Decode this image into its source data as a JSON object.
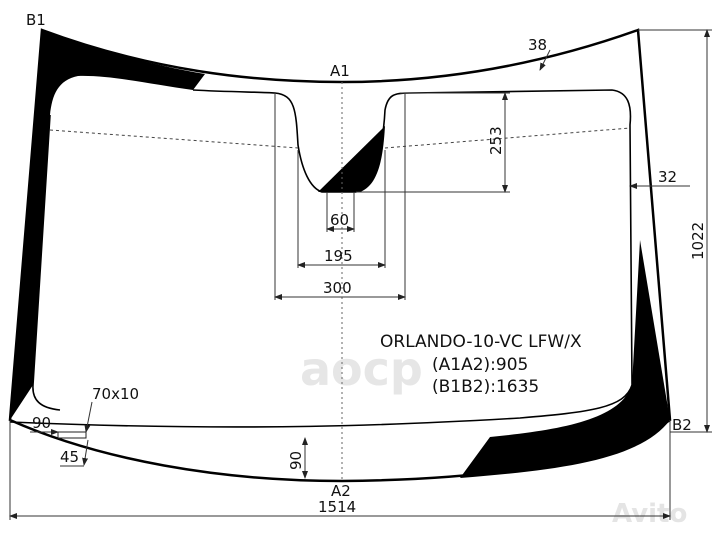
{
  "points": {
    "b1": "B1",
    "b2": "B2",
    "a1": "A1",
    "a2": "A2"
  },
  "dimensions": {
    "top_band": "38",
    "notch_depth": "253",
    "side_band": "32",
    "notch_bottom": "60",
    "notch_mid": "195",
    "notch_top": "300",
    "height": "1022",
    "width": "1514",
    "bottom_left_offset": "90",
    "bottom_band": "90",
    "vin_offset": "45",
    "vin_window": "70x10"
  },
  "info": {
    "model": "ORLANDO-10-VC LFW/X",
    "a1a2": "(A1A2):905",
    "b1b2": "(B1B2):1635"
  },
  "watermarks": {
    "center": "aocp",
    "corner": "Avito"
  },
  "colors": {
    "ink": "#000000",
    "background": "#ffffff"
  }
}
